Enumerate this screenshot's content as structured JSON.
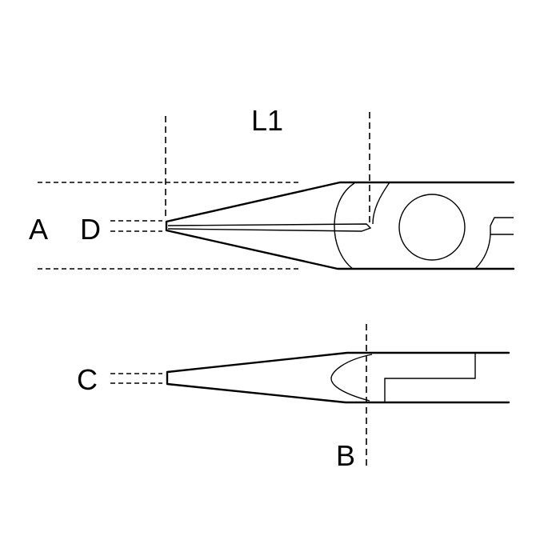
{
  "labels": {
    "a": "A",
    "b": "B",
    "c": "C",
    "d": "D",
    "l1": "L1"
  }
}
